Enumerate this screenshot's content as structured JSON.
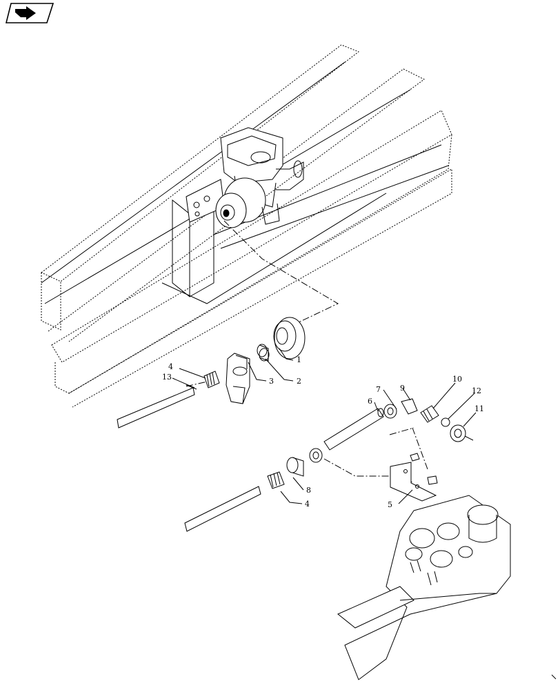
{
  "nav": {
    "icon": "arrow-right-icon"
  },
  "callouts": [
    {
      "id": "callout-1",
      "label": "1"
    },
    {
      "id": "callout-2",
      "label": "2"
    },
    {
      "id": "callout-3",
      "label": "3"
    },
    {
      "id": "callout-4-upper",
      "label": "4"
    },
    {
      "id": "callout-4-lower",
      "label": "4"
    },
    {
      "id": "callout-5",
      "label": "5"
    },
    {
      "id": "callout-6",
      "label": "6"
    },
    {
      "id": "callout-7",
      "label": "7"
    },
    {
      "id": "callout-8",
      "label": "8"
    },
    {
      "id": "callout-9",
      "label": "9"
    },
    {
      "id": "callout-10",
      "label": "10"
    },
    {
      "id": "callout-11",
      "label": "11"
    },
    {
      "id": "callout-12",
      "label": "12"
    },
    {
      "id": "callout-13",
      "label": "13"
    }
  ]
}
